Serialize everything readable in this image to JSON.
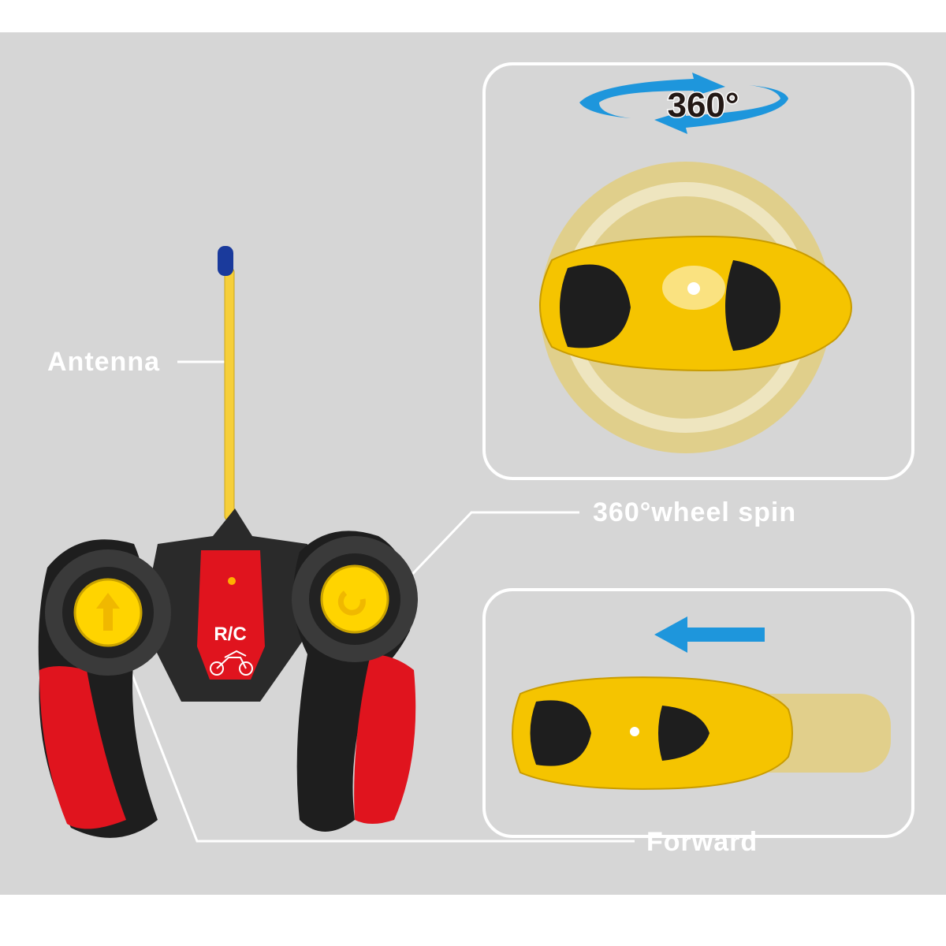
{
  "labels": {
    "antenna": "Antenna",
    "wheel_spin": "360°wheel spin",
    "forward": "Forward",
    "rotation_badge": "360°",
    "controller_badge": "R/C"
  },
  "colors": {
    "panel_background": "#d6d6d6",
    "callout_text": "#ffffff",
    "arrow_blue": "#1e96dc",
    "controller_red": "#e0141e",
    "controller_dark": "#2a2a2a",
    "button_yellow": "#ffd400",
    "bike_yellow": "#f5c400"
  },
  "icons": {
    "rotation": "circular-arrows-icon",
    "direction": "left-arrow-icon",
    "forward_button": "up-arrow-icon",
    "spin_button": "spin-arrow-icon",
    "motorcycle": "motorcycle-icon"
  }
}
